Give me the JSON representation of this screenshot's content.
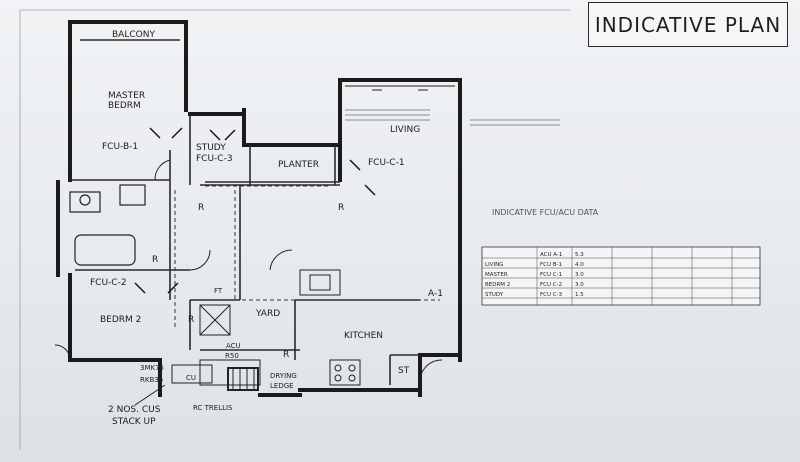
{
  "title": "INDICATIVE PLAN",
  "rooms": {
    "balcony": "BALCONY",
    "master_1": "MASTER",
    "master_2": "BEDRM",
    "study": "STUDY",
    "planter": "PLANTER",
    "living": "LIVING",
    "bedroom2": "BEDRM 2",
    "yard": "YARD",
    "kitchen": "KITCHEN",
    "store": "ST",
    "drying_1": "DRYING",
    "drying_2": "LEDGE",
    "trellis": "RC TRELLIS"
  },
  "fcu_labels": {
    "fcu_b1": "FCU-B-1",
    "fcu_c3": "FCU-C-3",
    "fcu_c1": "FCU-C-1",
    "fcu_c2": "FCU-C-2",
    "a1": "A-1"
  },
  "markers": {
    "r": "R",
    "ft": "FT",
    "r50": "R50",
    "acu": "ACU",
    "cu": "CU"
  },
  "notes": {
    "cu_1": "3MK75",
    "cu_2": "RKB35",
    "nos_1": "2 NOS. CUS",
    "nos_2": "STACK UP",
    "blurred": "INDICATIVE FCU/ACU DATA"
  },
  "table": {
    "rows": [
      [
        "",
        "ACU A-1",
        "5.3",
        "",
        "",
        "",
        ""
      ],
      [
        "LIVING",
        "FCU B-1",
        "4.0",
        "",
        "",
        "",
        ""
      ],
      [
        "MASTER",
        "FCU C-1",
        "3.0",
        "",
        "",
        "",
        ""
      ],
      [
        "BEDRM 2",
        "FCU C-2",
        "3.0",
        "",
        "",
        "",
        ""
      ],
      [
        "STUDY",
        "FCU C-3",
        "1.5",
        "",
        "",
        "",
        ""
      ]
    ]
  },
  "colors": {
    "paper": "#e9ecef",
    "ink": "#1d1d1d"
  }
}
